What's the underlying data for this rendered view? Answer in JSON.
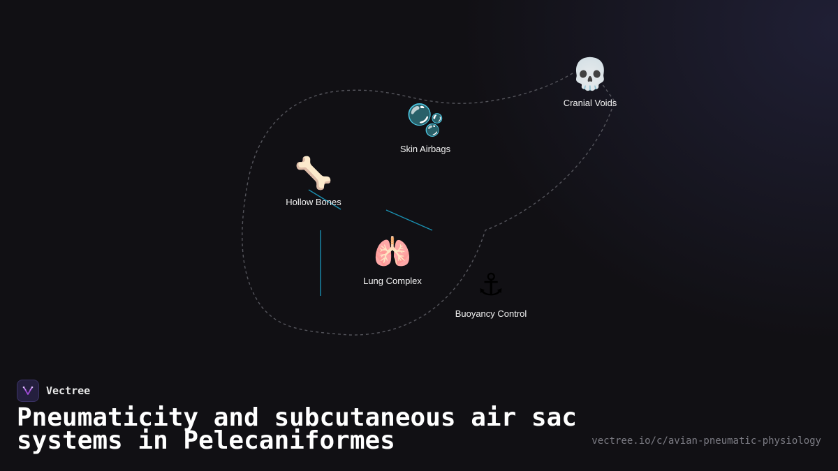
{
  "nodes": [
    {
      "id": "cranial",
      "label": "Cranial Voids",
      "icon": "💀",
      "icon_name": "skull-icon"
    },
    {
      "id": "skin",
      "label": "Skin Airbags",
      "icon": "🫧",
      "icon_name": "bubbles-icon"
    },
    {
      "id": "bones",
      "label": "Hollow Bones",
      "icon": "🦴",
      "icon_name": "bone-icon"
    },
    {
      "id": "lung",
      "label": "Lung Complex",
      "icon": "🫁",
      "icon_name": "lungs-icon"
    },
    {
      "id": "buoyancy",
      "label": "Buoyancy Control",
      "icon": "⚓",
      "icon_name": "anchor-icon"
    }
  ],
  "brand": {
    "name": "Vectree"
  },
  "title": "Pneumaticity and subcutaneous air sac systems in Pelecaniformes",
  "url": "vectree.io/c/avian-pneumatic-physiology",
  "colors": {
    "background": "#111014",
    "link": "#1a8fb0",
    "outline": "#55555c",
    "brand_accent": "#a04ad8"
  }
}
